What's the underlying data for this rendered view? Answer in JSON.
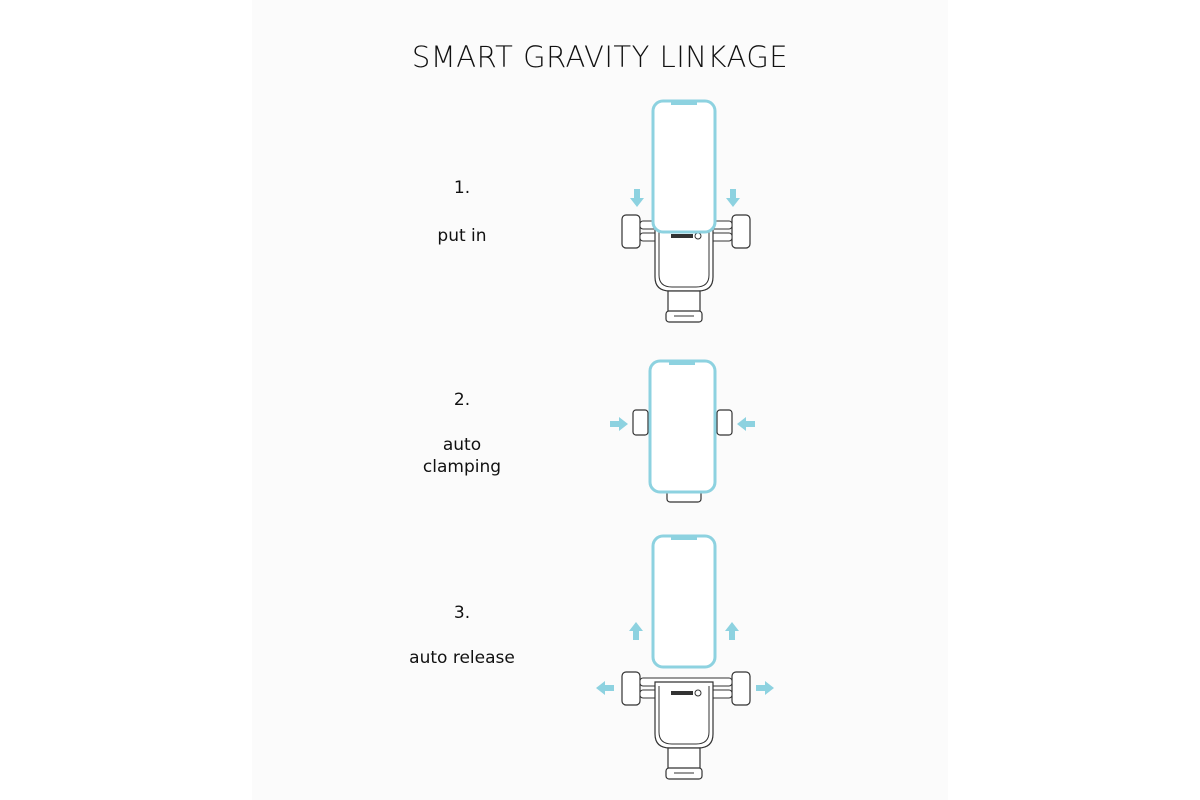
{
  "title": "SMART GRAVITY LINKAGE",
  "steps": [
    {
      "number": "1.",
      "label": "put in"
    },
    {
      "number": "2.",
      "label": "auto clamping"
    },
    {
      "number": "3.",
      "label": "auto release"
    }
  ],
  "colors": {
    "phone": "#8dd2e0",
    "arrow": "#8dd2e0",
    "line": "#333333",
    "panel": "#fbfbfb"
  }
}
